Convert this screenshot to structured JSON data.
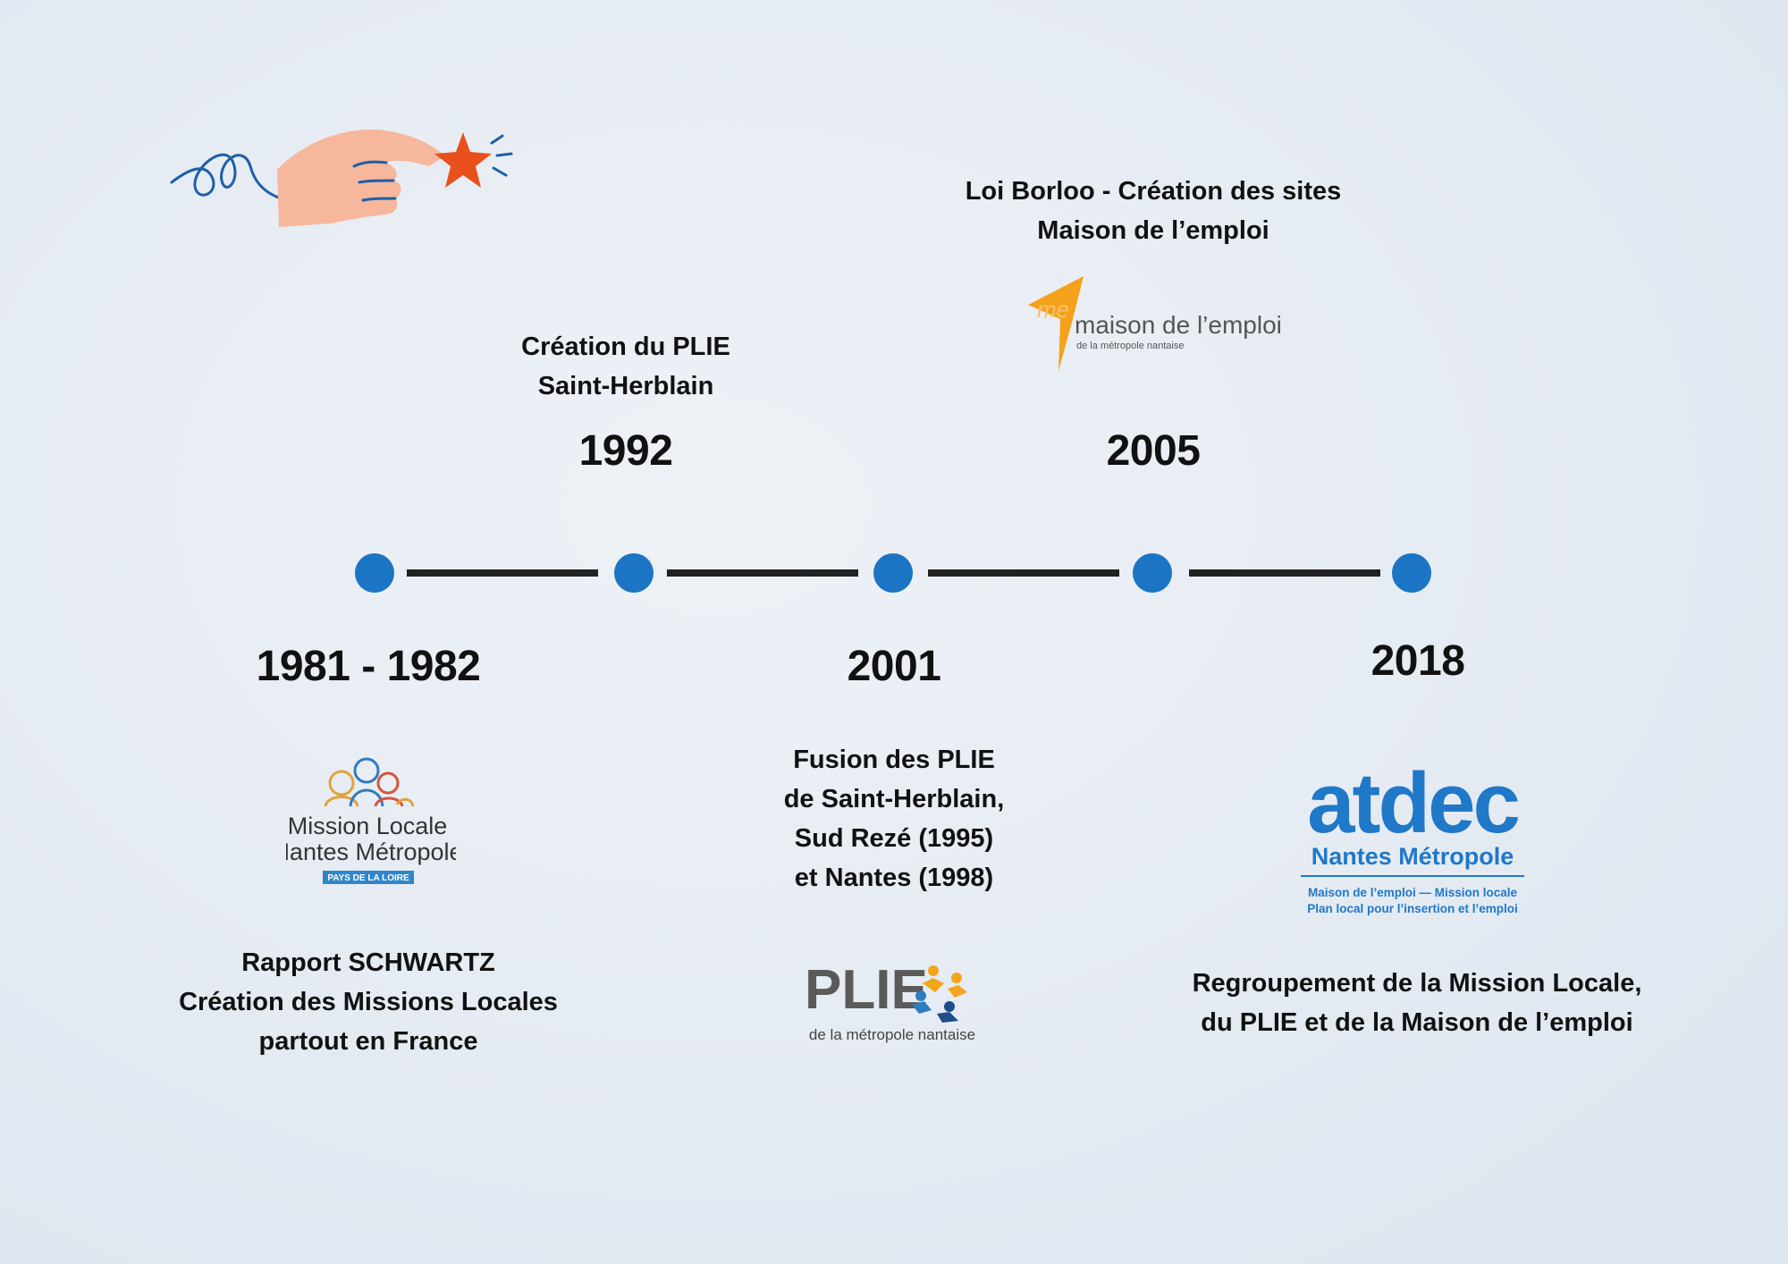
{
  "colors": {
    "accent": "#1b75c4",
    "line": "#222222",
    "star": "#e8501c",
    "hand": "#f6b79c"
  },
  "events": [
    {
      "year": "1981 - 1982",
      "lines": [
        "Rapport SCHWARTZ",
        "Création des Missions Locales",
        "partout en France"
      ]
    },
    {
      "year": "1992",
      "lines": [
        "Création du PLIE",
        "Saint-Herblain"
      ]
    },
    {
      "year": "2001",
      "lines": [
        "Fusion des PLIE",
        "de Saint-Herblain,",
        "Sud Rezé (1995)",
        "et Nantes (1998)"
      ]
    },
    {
      "year": "2005",
      "lines": [
        "Loi Borloo - Création des sites",
        "Maison de l’emploi"
      ]
    },
    {
      "year": "2018",
      "lines": [
        "Regroupement de la Mission Locale,",
        "du PLIE et de la Maison de l’emploi"
      ]
    }
  ],
  "logos": {
    "mission_locale": {
      "line1": "Mission Locale",
      "line2": "Nantes Métropole",
      "badge": "PAYS DE LA LOIRE"
    },
    "maison_emploi": {
      "mark": "me",
      "name": "maison de l’emploi",
      "sub": "de la métropole nantaise"
    },
    "plie": {
      "name": "PLIE",
      "sub": "de la métropole nantaise"
    },
    "atdec": {
      "name": "atdec",
      "city": "Nantes Métropole",
      "line1": "Maison de l’emploi — Mission locale",
      "line2": "Plan local pour  l’insertion et l’emploi"
    }
  },
  "illustration": {
    "icon": "hand-holding-star-icon"
  }
}
